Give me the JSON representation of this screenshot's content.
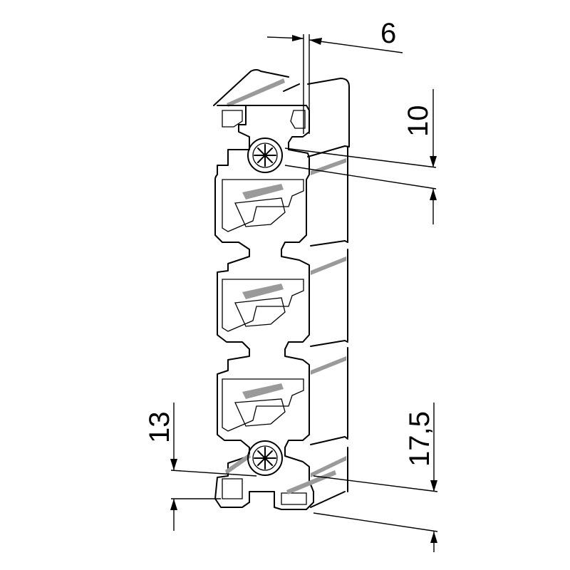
{
  "dimensions": {
    "top_width": "6",
    "upper_right": "10",
    "lower_left": "13",
    "lower_right": "17,5"
  }
}
